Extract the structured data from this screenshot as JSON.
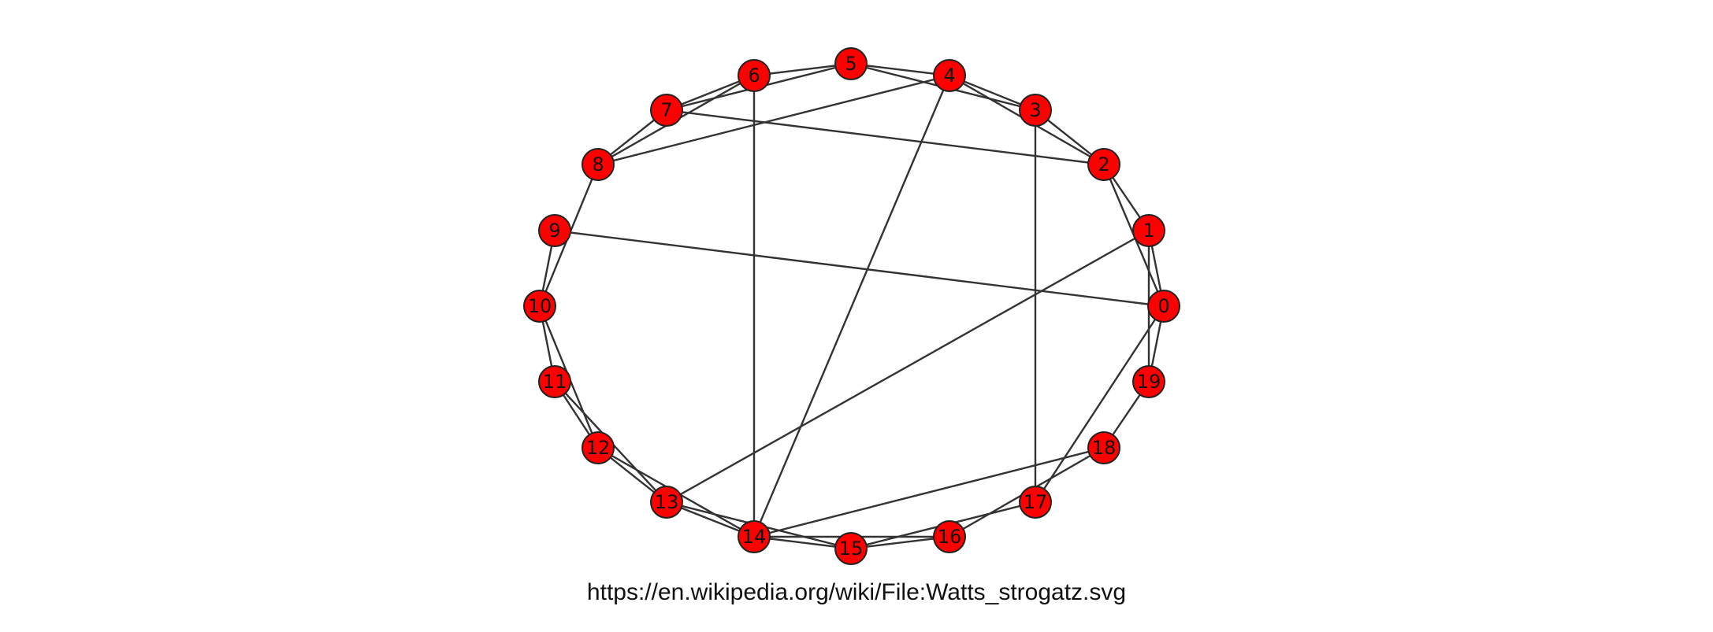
{
  "graph": {
    "node_labels": [
      "0",
      "1",
      "2",
      "3",
      "4",
      "5",
      "6",
      "7",
      "8",
      "9",
      "10",
      "11",
      "12",
      "13",
      "14",
      "15",
      "16",
      "17",
      "18",
      "19"
    ],
    "edges": [
      [
        0,
        1
      ],
      [
        0,
        2
      ],
      [
        0,
        19
      ],
      [
        0,
        9
      ],
      [
        0,
        17
      ],
      [
        1,
        2
      ],
      [
        1,
        19
      ],
      [
        1,
        13
      ],
      [
        2,
        3
      ],
      [
        2,
        4
      ],
      [
        2,
        7
      ],
      [
        3,
        4
      ],
      [
        3,
        5
      ],
      [
        3,
        17
      ],
      [
        4,
        5
      ],
      [
        4,
        8
      ],
      [
        4,
        14
      ],
      [
        5,
        6
      ],
      [
        5,
        7
      ],
      [
        6,
        7
      ],
      [
        6,
        8
      ],
      [
        6,
        14
      ],
      [
        7,
        8
      ],
      [
        8,
        10
      ],
      [
        9,
        10
      ],
      [
        10,
        11
      ],
      [
        10,
        12
      ],
      [
        11,
        12
      ],
      [
        11,
        13
      ],
      [
        12,
        13
      ],
      [
        12,
        14
      ],
      [
        13,
        14
      ],
      [
        13,
        15
      ],
      [
        14,
        15
      ],
      [
        14,
        16
      ],
      [
        14,
        18
      ],
      [
        15,
        16
      ],
      [
        15,
        17
      ],
      [
        16,
        18
      ],
      [
        18,
        19
      ]
    ],
    "colors": {
      "node_fill": "#ff0000",
      "node_stroke": "#222222",
      "edge": "#333333"
    }
  },
  "caption": "https://en.wikipedia.org/wiki/File:Watts_strogatz.svg"
}
